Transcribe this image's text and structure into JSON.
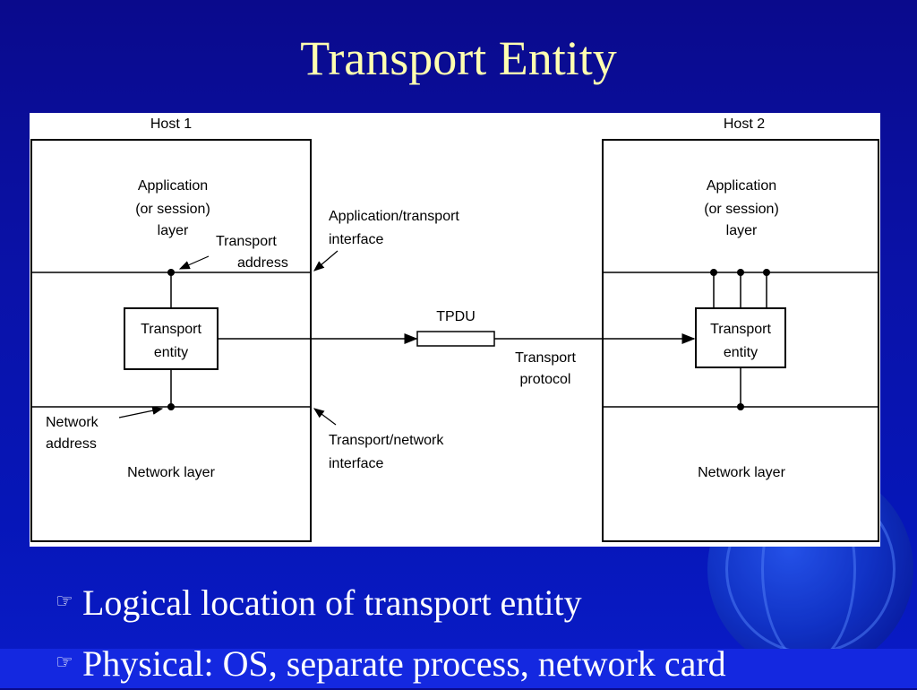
{
  "slide": {
    "title": "Transport Entity",
    "bullet_icon": "pointing-hand-icon",
    "bullets": [
      "Logical location of transport entity",
      "Physical: OS, separate process, network card"
    ]
  },
  "diagram": {
    "host1": {
      "label": "Host 1",
      "app_layer": [
        "Application",
        "(or session)",
        "layer"
      ],
      "entity": [
        "Transport",
        "entity"
      ],
      "network_layer": "Network layer"
    },
    "host2": {
      "label": "Host 2",
      "app_layer": [
        "Application",
        "(or session)",
        "layer"
      ],
      "entity": [
        "Transport",
        "entity"
      ],
      "network_layer": "Network layer"
    },
    "annotations": {
      "transport_address": [
        "Transport",
        "address"
      ],
      "network_address": [
        "Network",
        "address"
      ],
      "app_transport_interface": [
        "Application/transport",
        "interface"
      ],
      "transport_network_interface": [
        "Transport/network",
        "interface"
      ],
      "tpdu": "TPDU",
      "transport_protocol": [
        "Transport",
        "protocol"
      ]
    }
  },
  "colors": {
    "title": "#ffffb0",
    "bullet_text": "#ffffff",
    "background": "#0a0a8c"
  }
}
